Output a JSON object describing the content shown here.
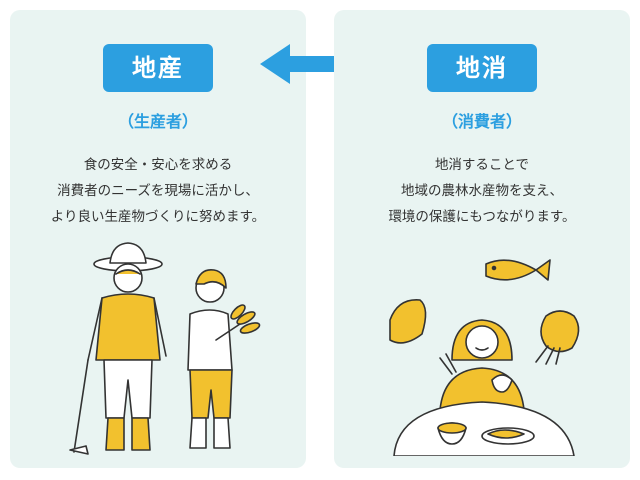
{
  "left": {
    "title": "地産",
    "role": "（生産者）",
    "desc": [
      "食の安全・安心を求める",
      "消費者のニーズを現場に活かし、",
      "より良い生産物づくりに努めます。"
    ]
  },
  "right": {
    "title": "地消",
    "role": "（消費者）",
    "desc": [
      "地消することで",
      "地域の農林水産物を支え、",
      "環境の保護にもつながります。"
    ]
  },
  "colors": {
    "accent": "#2c9fe0",
    "panel": "#e9f4f2",
    "yellow": "#f2c12e",
    "text": "#333333"
  },
  "icons": [
    "double-arrow-icon",
    "farmers-illustration",
    "consumer-illustration",
    "fish-icon",
    "bread-icon",
    "vegetable-icon"
  ]
}
